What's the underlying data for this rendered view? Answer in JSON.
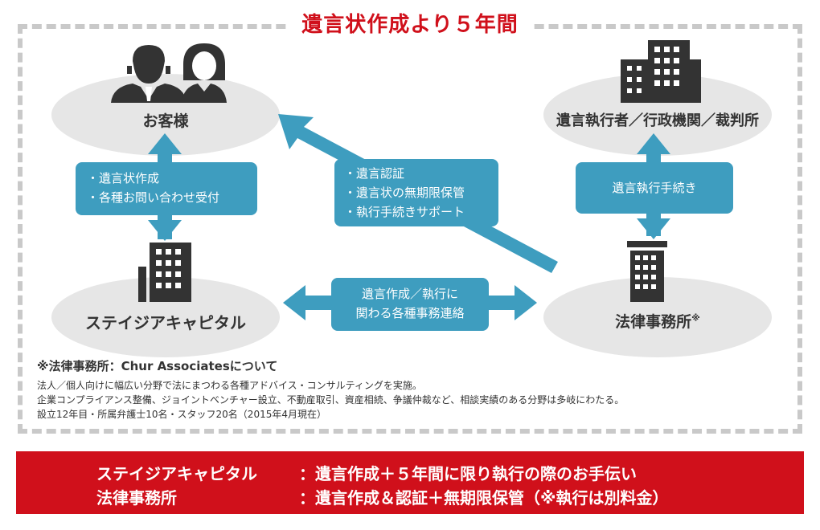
{
  "title": "遺言状作成より５年間",
  "nodes": {
    "client": "お客様",
    "authorities": "遺言執行者／行政機関／裁判所",
    "capital": "ステイジアキャピタル",
    "law_firm": "法律事務所",
    "law_firm_mark": "※"
  },
  "callouts": {
    "client_capital": [
      "・遺言状作成",
      "・各種お問い合わせ受付"
    ],
    "client_lawfirm": [
      "・遺言認証",
      "・遺言状の無期限保管",
      "・執行手続きサポート"
    ],
    "authorities_lawfirm": [
      "遺言執行手続き"
    ],
    "capital_lawfirm": [
      "遺言作成／執行に",
      "関わる各種事務連絡"
    ]
  },
  "note": {
    "title": "※法律事務所：Chur Associatesについて",
    "lines": [
      "法人／個人向けに幅広い分野で法にまつわる各種アドバイス・コンサルティングを実施。",
      "企業コンプライアンス整備、ジョイントベンチャー設立、不動産取引、資産相続、争議仲裁など、相談実績のある分野は多岐にわたる。",
      "設立12年目・所属弁護士10名・スタッフ20名（2015年4月現在）"
    ]
  },
  "summary": {
    "rows": [
      {
        "name": "ステイジアキャピタル",
        "sep": "：",
        "text": "遺言作成＋５年間に限り執行の際のお手伝い"
      },
      {
        "name": "法律事務所",
        "sep": "：",
        "text": "遺言作成＆認証＋無期限保管（※執行は別料金）"
      }
    ]
  },
  "colors": {
    "accent_red": "#d0101b",
    "arrow_blue": "#3e9dbf",
    "icon_dark": "#333333",
    "ellipse_grey": "#e6e6e6",
    "frame_grey": "#c9c9c9"
  }
}
